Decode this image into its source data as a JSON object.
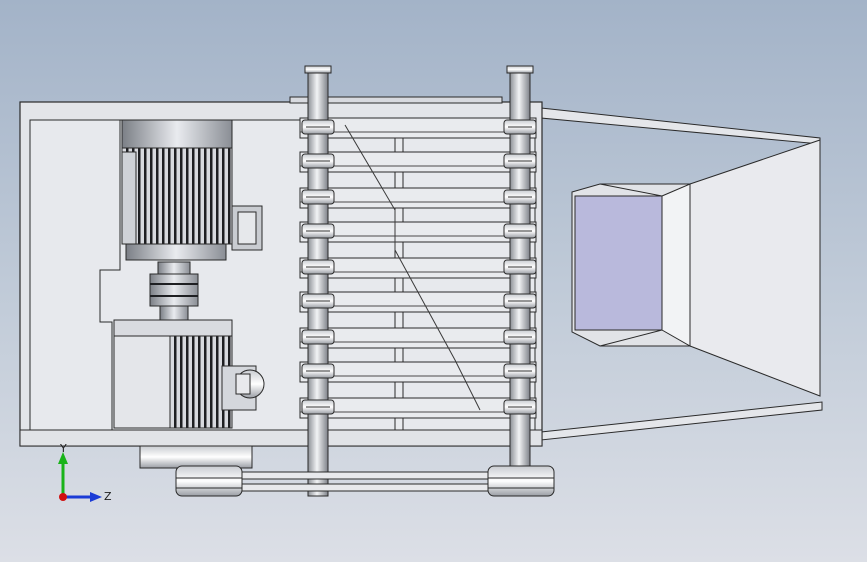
{
  "viewport": {
    "background": "gradient",
    "colors": {
      "bg_top": "#a3b3c8",
      "bg_bottom": "#dcdfe6",
      "frame": "#e2e4e8",
      "edge": "#2a2a2a",
      "hopper_inner": "#b9b9dc"
    }
  },
  "triad": {
    "y_label": "Y",
    "z_label": "Z",
    "colors": {
      "y": "#19b319",
      "z": "#1a3bd6",
      "origin": "#d01010"
    }
  }
}
